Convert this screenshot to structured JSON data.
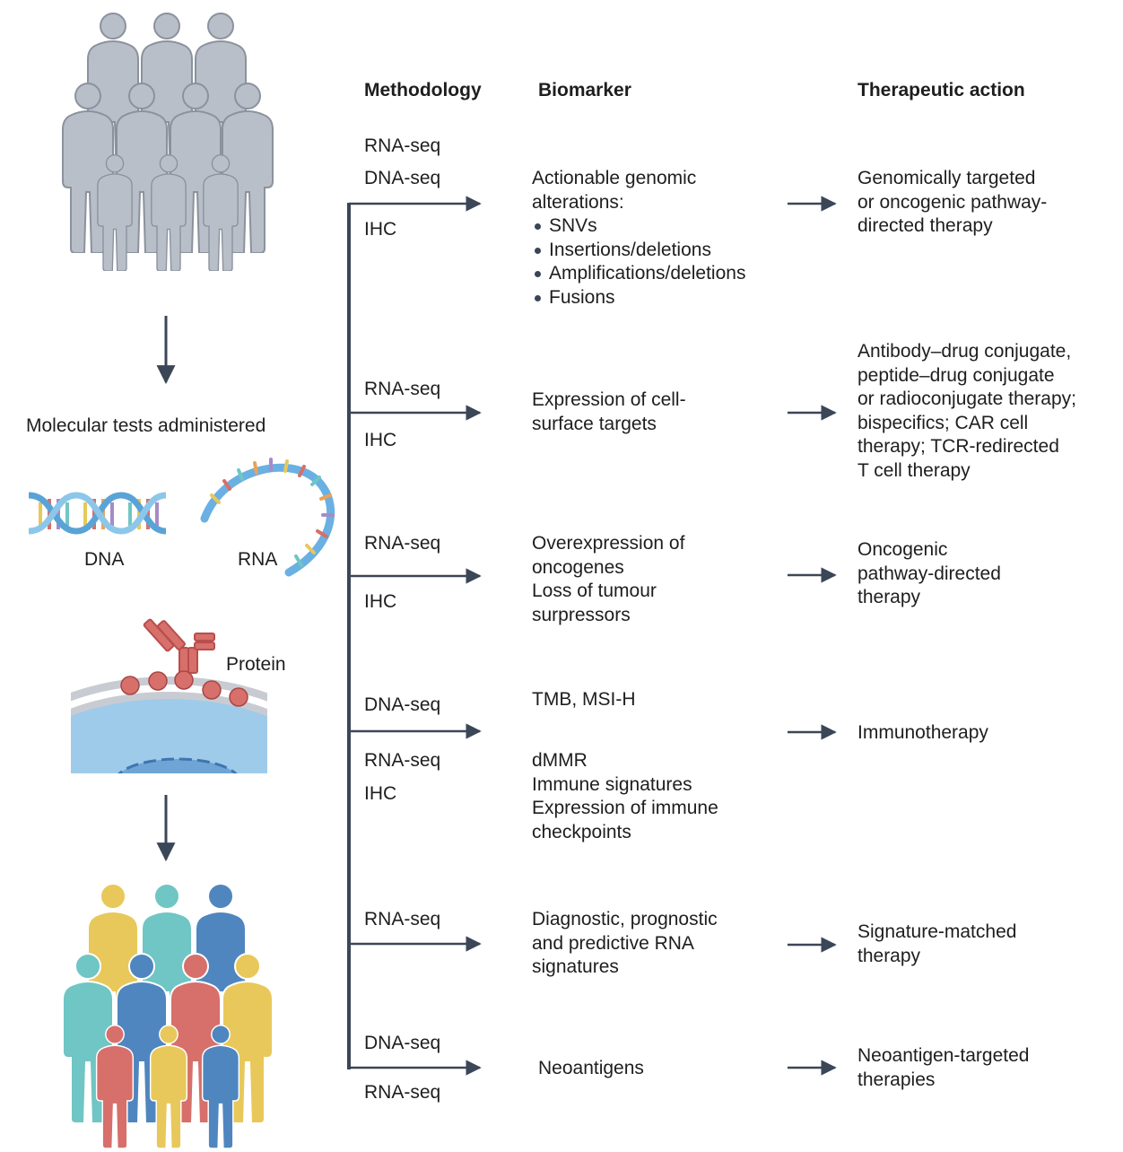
{
  "headers": {
    "methodology": "Methodology",
    "biomarker": "Biomarker",
    "therapeutic_action": "Therapeutic action"
  },
  "left_panel": {
    "molecular_tests_label": "Molecular tests administered",
    "dna_label": "DNA",
    "rna_label": "RNA",
    "protein_label": "Protein"
  },
  "rows": [
    {
      "methods": [
        "RNA-seq",
        "DNA-seq",
        "IHC"
      ],
      "biomarker_lines": [
        "Actionable genomic",
        "alterations:"
      ],
      "biomarker_bullets": [
        "SNVs",
        "Insertions/deletions",
        "Amplifications/deletions",
        "Fusions"
      ],
      "therapy_lines": [
        "Genomically targeted",
        "or oncogenic pathway-",
        "directed therapy"
      ]
    },
    {
      "methods": [
        "RNA-seq",
        "IHC"
      ],
      "biomarker_lines": [
        "Expression of cell-",
        "surface targets"
      ],
      "therapy_lines": [
        "Antibody–drug conjugate,",
        "peptide–drug conjugate",
        "or radioconjugate therapy;",
        "bispecifics; CAR cell",
        "therapy; TCR-redirected",
        "T cell therapy"
      ]
    },
    {
      "methods": [
        "RNA-seq",
        "IHC"
      ],
      "biomarker_lines": [
        "Overexpression of",
        "oncogenes",
        "Loss of tumour",
        "surpressors"
      ],
      "therapy_lines": [
        "Oncogenic",
        "pathway-directed",
        "therapy"
      ]
    },
    {
      "methods": [
        "DNA-seq",
        "RNA-seq",
        "IHC"
      ],
      "biomarker_top": "TMB, MSI-H",
      "biomarker_lines": [
        "dMMR",
        "Immune signatures",
        "Expression of immune",
        "checkpoints"
      ],
      "therapy_lines": [
        "Immunotherapy"
      ]
    },
    {
      "methods": [
        "RNA-seq"
      ],
      "biomarker_lines": [
        "Diagnostic, prognostic",
        "and predictive RNA",
        "signatures"
      ],
      "therapy_lines": [
        "Signature-matched",
        "therapy"
      ]
    },
    {
      "methods": [
        "DNA-seq",
        "RNA-seq"
      ],
      "biomarker_lines": [
        "Neoantigens"
      ],
      "therapy_lines": [
        "Neoantigen-targeted",
        "therapies"
      ]
    }
  ],
  "colors": {
    "line": "#3b4657",
    "grey_person": "#b9bfc8",
    "grey_outline": "#8b929d",
    "yellow": "#e8c85a",
    "teal": "#6fc6c4",
    "blue": "#4f86bf",
    "red": "#d76f6a"
  }
}
